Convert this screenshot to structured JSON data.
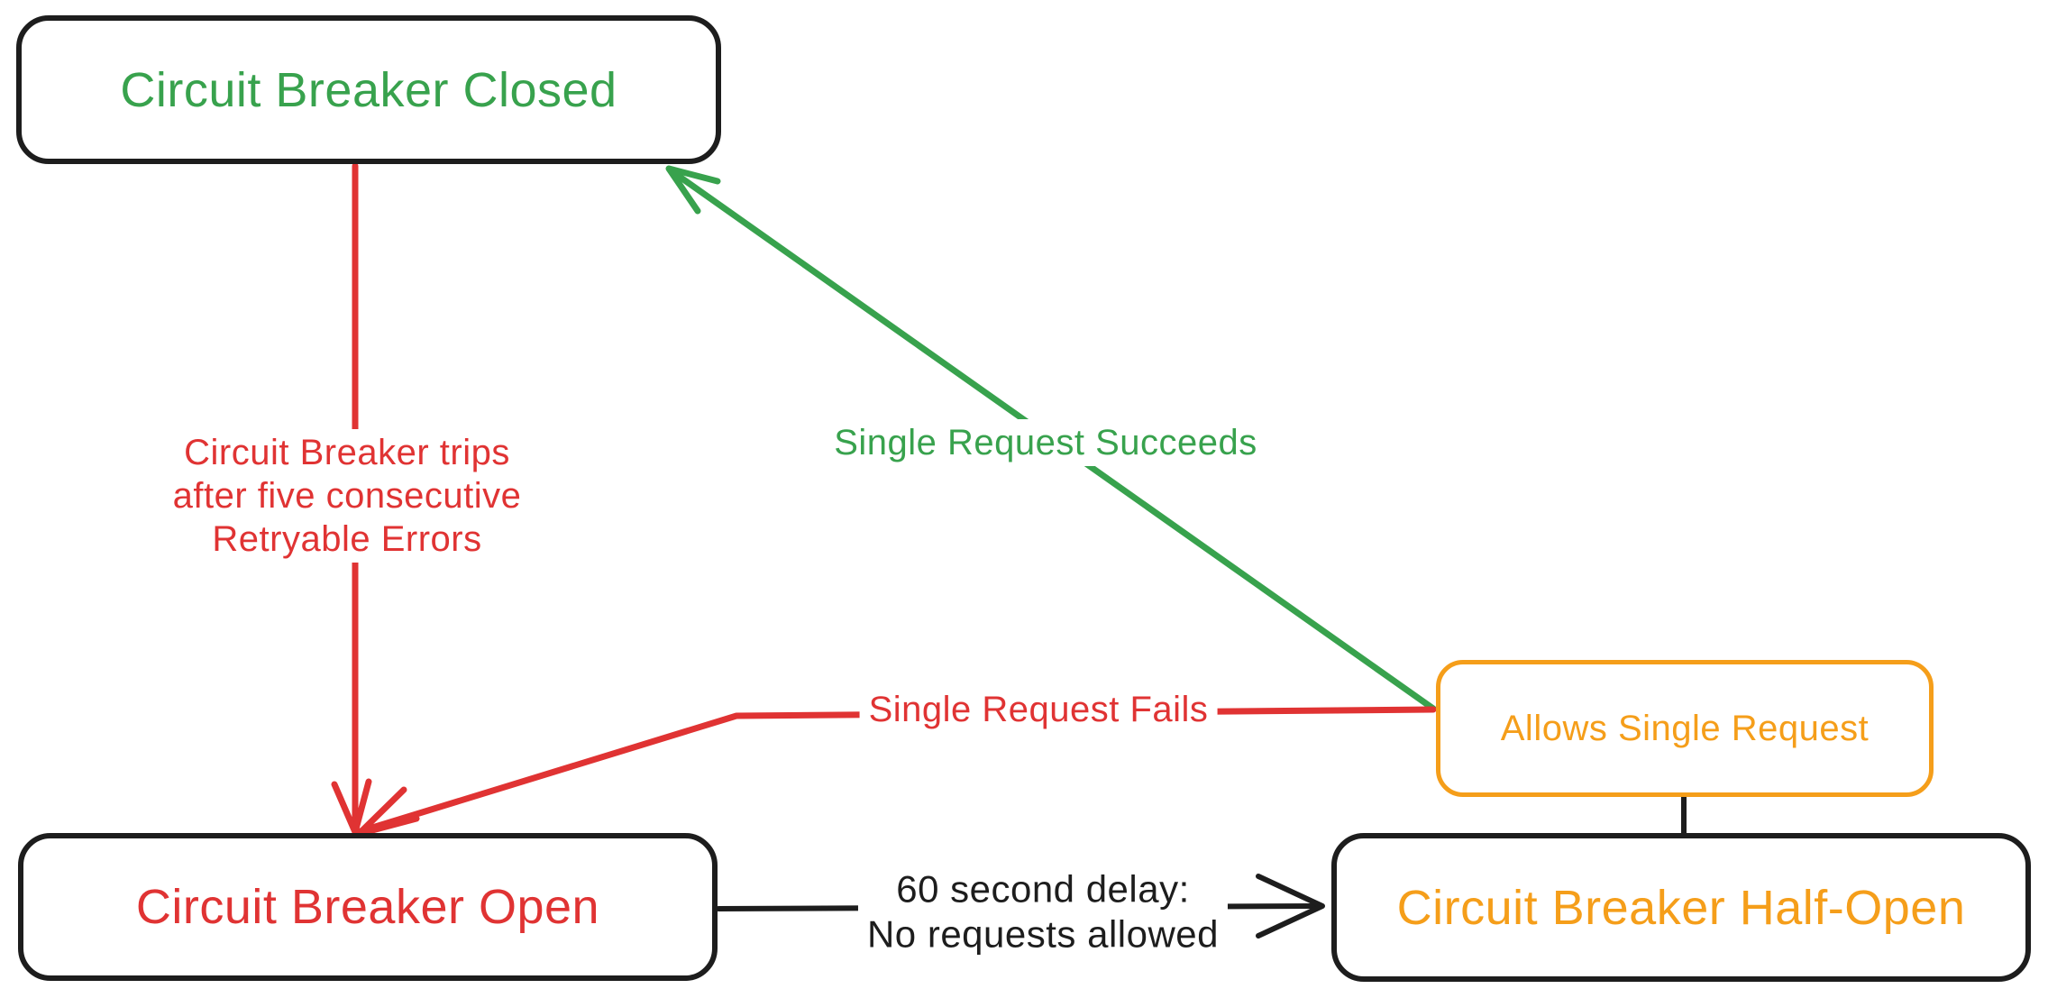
{
  "diagram": {
    "background": "#ffffff",
    "colors": {
      "closed_state_green": "#38a24d",
      "open_state_red": "#e03333",
      "half_open_orange": "#f59e1a",
      "neutral_black": "#1d1d1d"
    },
    "nodes": {
      "closed": {
        "label": "Circuit Breaker Closed"
      },
      "open": {
        "label": "Circuit Breaker Open"
      },
      "half_open": {
        "label": "Circuit Breaker Half-Open"
      },
      "allows_single_request": {
        "label": "Allows Single Request"
      }
    },
    "edges": {
      "trips": {
        "label": "Circuit Breaker trips\nafter five consecutive\nRetryable Errors",
        "from": "closed",
        "to": "open",
        "color": "#e03333"
      },
      "succeeds": {
        "label": "Single Request Succeeds",
        "from": "allows_single_request",
        "to": "closed",
        "color": "#38a24d"
      },
      "fails": {
        "label": "Single Request Fails",
        "from": "allows_single_request",
        "to": "open",
        "color": "#e03333"
      },
      "delay": {
        "label": "60 second delay:\nNo requests allowed",
        "from": "open",
        "to": "half_open",
        "color": "#1d1d1d"
      },
      "allows_connector": {
        "label": "",
        "from": "allows_single_request",
        "to": "half_open",
        "color": "#1d1d1d"
      }
    }
  }
}
